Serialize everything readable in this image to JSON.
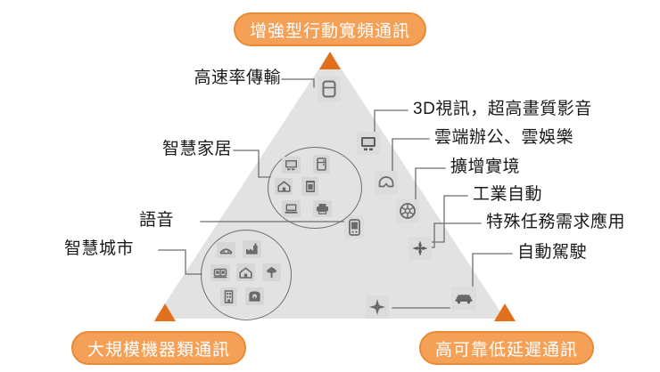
{
  "diagram": {
    "title_top": "增強型行動寬頻通訊",
    "title_bottom_left": "大規模機器類通訊",
    "title_bottom_right": "高可靠低延遲通訊",
    "shape": "triangle",
    "colors": {
      "pill_fill": "#F5A057",
      "pill_border": "#E98A37",
      "pill_text": "#FFFFFF",
      "triangle_fill": "#E2E2E2",
      "corner_marker": "#E2701A",
      "leader_line": "#6E6E6E",
      "label_text": "#1A1A1A",
      "background": "#FFFFFF"
    }
  },
  "labels_left": [
    {
      "id": "highspeed",
      "text": "高速率傳輸",
      "icon": "server-icon"
    },
    {
      "id": "smarthome",
      "text": "智慧家居",
      "icon": "smart-home-cluster-icon"
    },
    {
      "id": "voice",
      "text": "語音",
      "icon": "mobile-phone-icon"
    },
    {
      "id": "smartcity",
      "text": "智慧城市",
      "icon": "smart-city-cluster-icon"
    }
  ],
  "labels_right": [
    {
      "id": "3dvideo",
      "text": "3D視訊，超高畫質影音",
      "icon": "monitor-icon"
    },
    {
      "id": "cloud",
      "text": "雲端辦公、雲娛樂",
      "icon": "vr-headset-icon"
    },
    {
      "id": "ar",
      "text": "擴增實境",
      "icon": "vr-headset-icon"
    },
    {
      "id": "industry",
      "text": "工業自動",
      "icon": "gear-globe-icon"
    },
    {
      "id": "mission",
      "text": "特殊任務需求應用",
      "icon": "drone-icon"
    },
    {
      "id": "selfdrive",
      "text": "自動駕駛",
      "icon": "car-icon"
    }
  ],
  "cluster_smart_home": {
    "name": "智慧家居",
    "icons": [
      "tv-icon",
      "refrigerator-icon",
      "house-icon",
      "washing-machine-icon",
      "laptop-icon",
      "printer-icon"
    ]
  },
  "cluster_smart_city": {
    "name": "智慧城市",
    "icons": [
      "bridge-icon",
      "factory-icon",
      "train-icon",
      "house-icon",
      "tree-icon",
      "building-icon",
      "bank-icon"
    ]
  },
  "standalone_icons": [
    {
      "name": "server-icon"
    },
    {
      "name": "monitor-icon"
    },
    {
      "name": "vr-headset-icon"
    },
    {
      "name": "gear-globe-icon"
    },
    {
      "name": "mobile-phone-icon"
    },
    {
      "name": "drone-icon"
    },
    {
      "name": "navigation-drone-icon"
    },
    {
      "name": "car-icon"
    }
  ]
}
